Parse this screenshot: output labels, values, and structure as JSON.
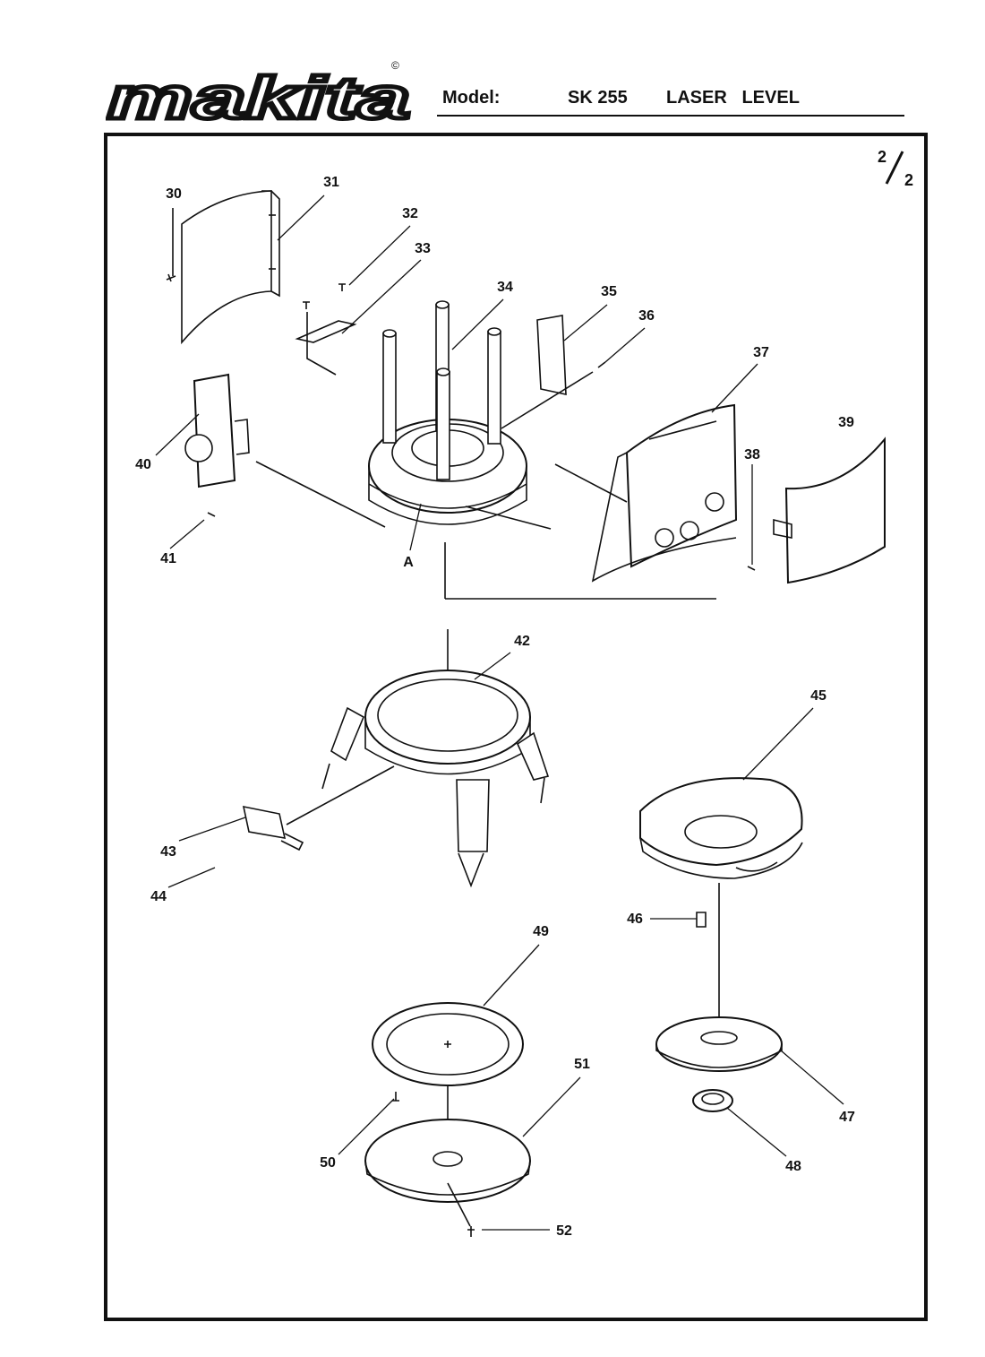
{
  "brand": "makita",
  "brand_mark": "©",
  "header": {
    "model_label": "Model:",
    "model_number": "SK 255",
    "product_name": "LASER   LEVEL"
  },
  "page": {
    "number": "2",
    "total": "2"
  },
  "callouts": [
    "30",
    "31",
    "32",
    "33",
    "34",
    "35",
    "36",
    "37",
    "38",
    "39",
    "40",
    "41",
    "A",
    "42",
    "43",
    "44",
    "45",
    "46",
    "47",
    "48",
    "49",
    "50",
    "51",
    "52"
  ]
}
